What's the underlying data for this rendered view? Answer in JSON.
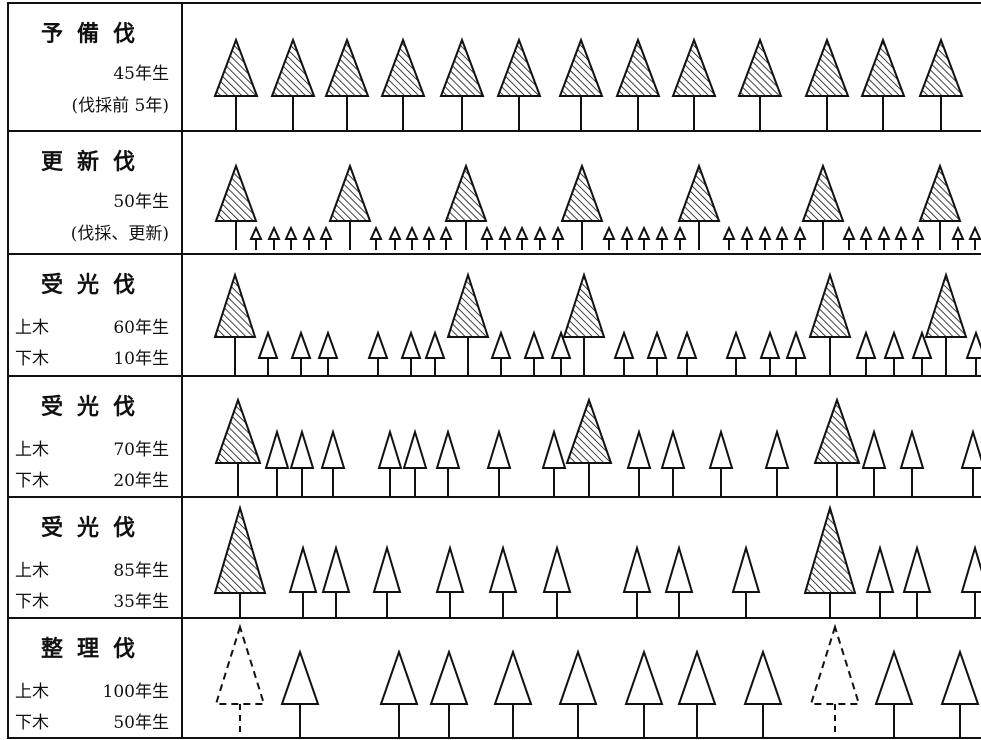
{
  "rows": [
    {
      "title": "予備伐",
      "lines": [
        "45年生",
        "(伐採前 5年)"
      ],
      "kind": "single"
    },
    {
      "title": "更新伐",
      "lines": [
        "50年生",
        "(伐採、更新)"
      ],
      "kind": "single"
    },
    {
      "title": "受光伐",
      "upper": {
        "label": "上木",
        "age": "60年生"
      },
      "lower": {
        "label": "下木",
        "age": "10年生"
      },
      "kind": "pair"
    },
    {
      "title": "受光伐",
      "upper": {
        "label": "上木",
        "age": "70年生"
      },
      "lower": {
        "label": "下木",
        "age": "20年生"
      },
      "kind": "pair"
    },
    {
      "title": "受光伐",
      "upper": {
        "label": "上木",
        "age": "85年生"
      },
      "lower": {
        "label": "下木",
        "age": "35年生"
      },
      "kind": "pair"
    },
    {
      "title": "整理伐",
      "upper": {
        "label": "上木",
        "age": "100年生"
      },
      "lower": {
        "label": "下木",
        "age": "50年生"
      },
      "kind": "pair"
    }
  ],
  "legend_styles": {
    "old_tree_fill": "hatched",
    "young_tree_fill": "white",
    "removed_tree": "dashed"
  },
  "colors": {
    "ink": "#111111",
    "background": "#ffffff"
  }
}
